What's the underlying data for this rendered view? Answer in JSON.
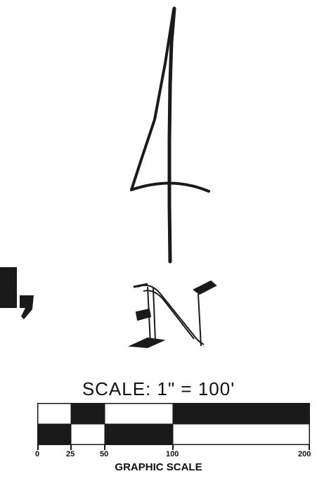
{
  "scale": {
    "title": "SCALE: 1\" = 100'",
    "ticks": [
      "0",
      "25",
      "50",
      "100",
      "200"
    ],
    "label": "GRAPHIC SCALE"
  },
  "colors": {
    "ink": "#1a1a1a",
    "paper": "#ffffff"
  }
}
